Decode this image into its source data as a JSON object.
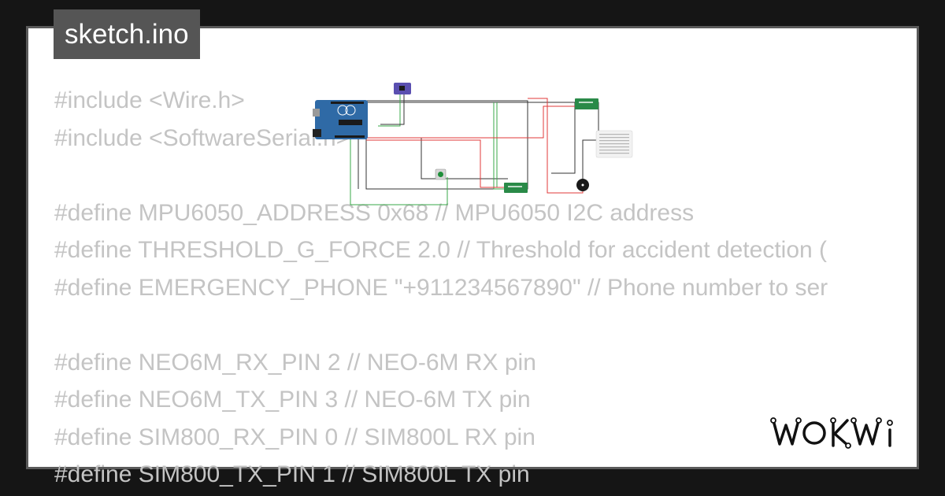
{
  "file_tab": {
    "label": "sketch.ino"
  },
  "code_lines": [
    "#include <Wire.h>",
    "#include <SoftwareSerial.h>",
    "",
    "#define MPU6050_ADDRESS 0x68 // MPU6050 I2C address",
    "#define THRESHOLD_G_FORCE 2.0 // Threshold for accident detection (",
    "#define EMERGENCY_PHONE \"+911234567890\" // Phone number to ser",
    "",
    "#define NEO6M_RX_PIN 2 // NEO-6M RX pin",
    "#define NEO6M_TX_PIN 3 // NEO-6M TX pin",
    "#define SIM800_RX_PIN 0 // SIM800L RX pin",
    "#define SIM800_TX_PIN 1 // SIM800L TX pin"
  ],
  "brand": {
    "logo_text": "WOKWI"
  },
  "colors": {
    "background": "#151515",
    "card": "#ffffff",
    "card_border": "#5a5a5a",
    "tab": "#555555",
    "code_text": "#c4c4c4",
    "arduino_board": "#2f6aa6",
    "module_green": "#2a8a48",
    "mpu_purple": "#5a4fb0",
    "wire_red": "#e03a3a",
    "wire_green": "#3aa84a",
    "wire_dark": "#333333"
  },
  "icons": {
    "arduino": "arduino-uno-icon",
    "mpu": "mpu6050-icon",
    "gps": "gps-module-icon",
    "gsm": "gsm-module-icon",
    "button": "push-button-icon",
    "buzzer": "buzzer-icon",
    "breadboard": "breadboard-icon"
  }
}
